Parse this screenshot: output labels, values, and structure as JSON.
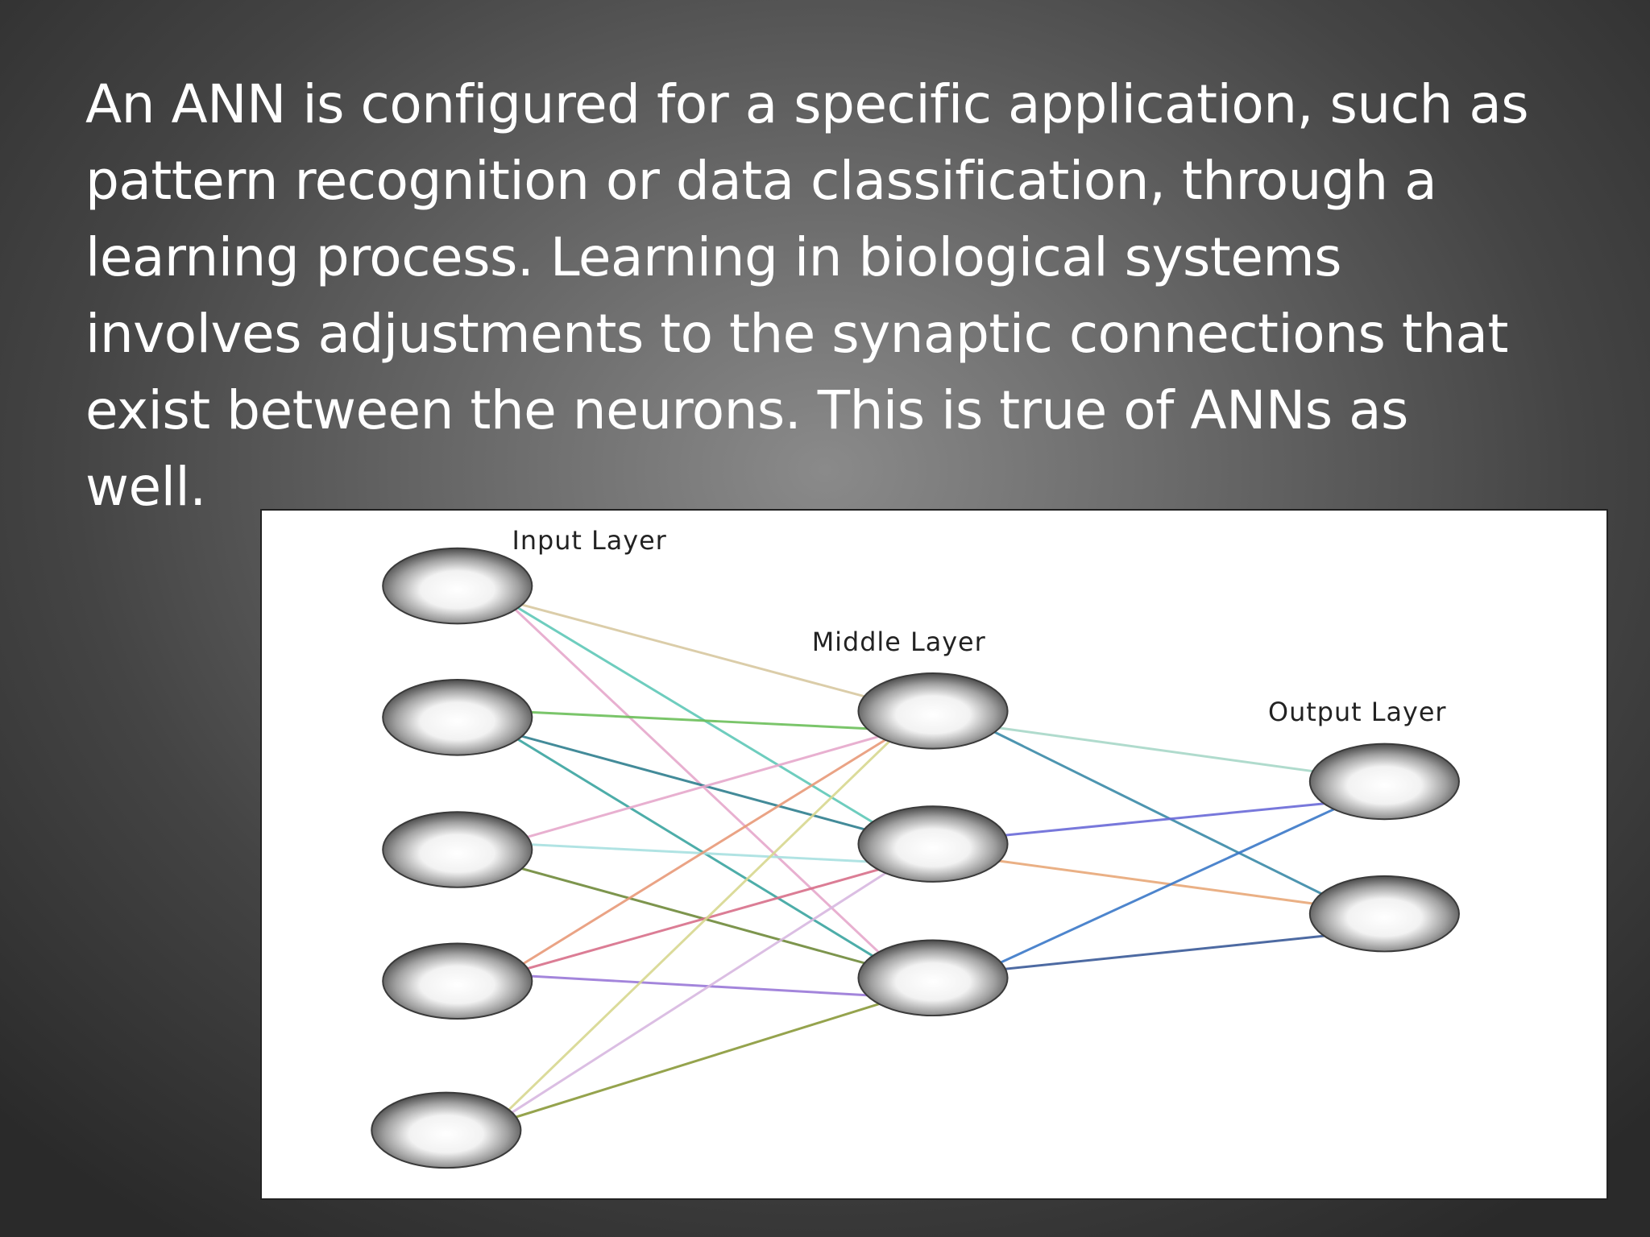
{
  "body_text": {
    "lines": [
      "An ANN is configured for a specific application, such as",
      "pattern recognition or data classification, through a",
      "learning process. Learning in biological systems",
      "involves adjustments to the synaptic connections that",
      "exist between the neurons. This is true of ANNs as",
      "well."
    ]
  },
  "diagram": {
    "labels": {
      "input": "Input Layer",
      "middle": "Middle Layer",
      "output": "Output Layer"
    },
    "layers": [
      {
        "name": "input",
        "nodes": 5
      },
      {
        "name": "middle",
        "nodes": 3
      },
      {
        "name": "output",
        "nodes": 2
      }
    ],
    "connections": [
      {
        "from": [
          0,
          0
        ],
        "to": [
          1,
          0
        ],
        "color": "#d8c8a0"
      },
      {
        "from": [
          0,
          0
        ],
        "to": [
          1,
          1
        ],
        "color": "#5fc8b8"
      },
      {
        "from": [
          0,
          0
        ],
        "to": [
          1,
          2
        ],
        "color": "#e6a8cc"
      },
      {
        "from": [
          0,
          1
        ],
        "to": [
          1,
          0
        ],
        "color": "#6cbf5a"
      },
      {
        "from": [
          0,
          1
        ],
        "to": [
          1,
          1
        ],
        "color": "#2f7f8f"
      },
      {
        "from": [
          0,
          1
        ],
        "to": [
          1,
          2
        ],
        "color": "#3aa5a0"
      },
      {
        "from": [
          0,
          2
        ],
        "to": [
          1,
          0
        ],
        "color": "#e6a8cc"
      },
      {
        "from": [
          0,
          2
        ],
        "to": [
          1,
          1
        ],
        "color": "#a8e0e0"
      },
      {
        "from": [
          0,
          2
        ],
        "to": [
          1,
          2
        ],
        "color": "#6f8a3a"
      },
      {
        "from": [
          0,
          3
        ],
        "to": [
          1,
          0
        ],
        "color": "#e89a78"
      },
      {
        "from": [
          0,
          3
        ],
        "to": [
          1,
          1
        ],
        "color": "#d8708a"
      },
      {
        "from": [
          0,
          3
        ],
        "to": [
          1,
          2
        ],
        "color": "#9a78d8"
      },
      {
        "from": [
          0,
          4
        ],
        "to": [
          1,
          0
        ],
        "color": "#d8d890"
      },
      {
        "from": [
          0,
          4
        ],
        "to": [
          1,
          1
        ],
        "color": "#d8b8e0"
      },
      {
        "from": [
          0,
          4
        ],
        "to": [
          1,
          2
        ],
        "color": "#8a9a3a"
      },
      {
        "from": [
          1,
          0
        ],
        "to": [
          2,
          0
        ],
        "color": "#a8d8c8"
      },
      {
        "from": [
          1,
          0
        ],
        "to": [
          2,
          1
        ],
        "color": "#3a8aa8"
      },
      {
        "from": [
          1,
          1
        ],
        "to": [
          2,
          0
        ],
        "color": "#6a6ad8"
      },
      {
        "from": [
          1,
          1
        ],
        "to": [
          2,
          1
        ],
        "color": "#e8a878"
      },
      {
        "from": [
          1,
          2
        ],
        "to": [
          2,
          0
        ],
        "color": "#3a78c8"
      },
      {
        "from": [
          1,
          2
        ],
        "to": [
          2,
          1
        ],
        "color": "#3a5a98"
      }
    ]
  }
}
